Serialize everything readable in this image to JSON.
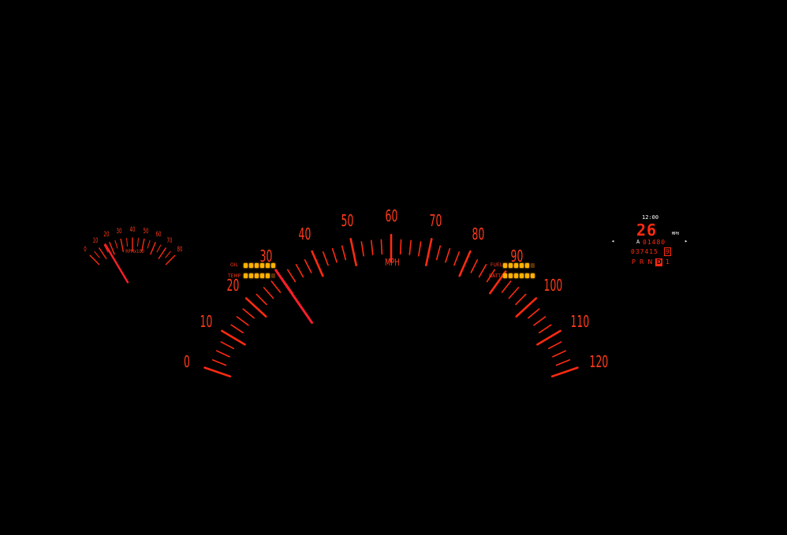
{
  "colors": {
    "accent_red": "#ff2a10",
    "label_red": "#ff3a1a",
    "needle": "#ff1e2a",
    "segment_on": "#ffb000",
    "segment_dim": "#5a3000",
    "white": "#ffffff",
    "background": "#000000"
  },
  "tachometer": {
    "scale": [
      "0",
      "10",
      "20",
      "30",
      "40",
      "50",
      "60",
      "70",
      "80"
    ],
    "unit_label": "RPMx100",
    "needle_value": 16
  },
  "speedometer": {
    "scale": [
      "0",
      "10",
      "20",
      "30",
      "40",
      "50",
      "60",
      "70",
      "80",
      "90",
      "100",
      "110",
      "120"
    ],
    "unit_label": "MPH",
    "needle_value": 30
  },
  "left_bars": [
    {
      "label": "OIL",
      "level_segments": 6,
      "total_segments": 6
    },
    {
      "label": "TEMP",
      "level_segments": 5,
      "total_segments": 6
    }
  ],
  "right_bars": [
    {
      "label": "FUEL",
      "level_segments": 5,
      "total_segments": 6
    },
    {
      "label": "BATT",
      "level_segments": 6,
      "total_segments": 6
    }
  ],
  "info_cluster": {
    "clock": "12:00",
    "speed": "26",
    "speed_unit": "MPH",
    "trip_label": "A",
    "trip_value": "01480",
    "trip_last_digit": "0",
    "odometer": "037415",
    "odometer_last_digit": "9",
    "gears": [
      "P",
      "R",
      "N",
      "D",
      "1"
    ],
    "selected_gear": "D",
    "left_arrow": "◂",
    "right_arrow": "▸"
  }
}
